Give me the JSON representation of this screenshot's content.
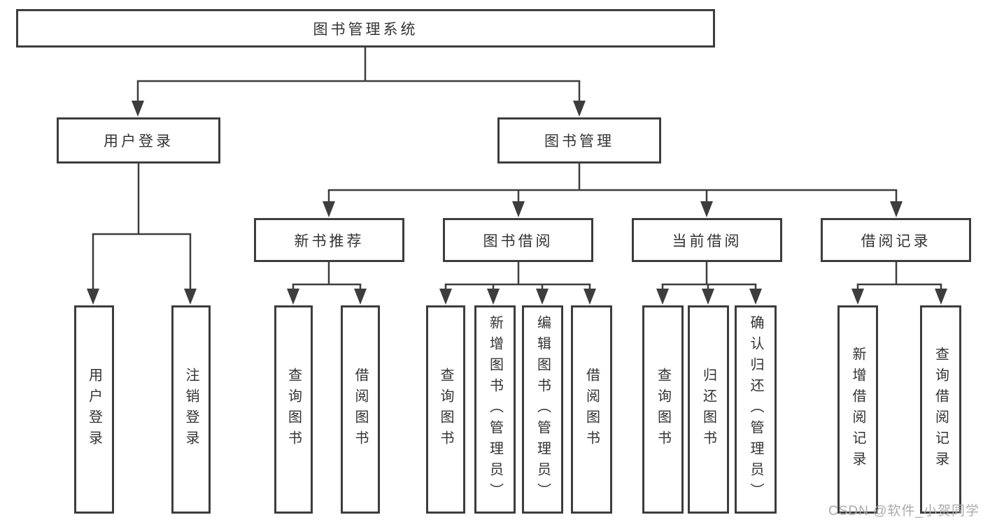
{
  "nodes": {
    "root": "图书管理系统",
    "user_login": "用户登录",
    "book_mgmt": "图书管理",
    "new_book": "新书推荐",
    "book_borrow": "图书借阅",
    "current_borrow": "当前借阅",
    "borrow_record": "借阅记录",
    "user_login_children": [
      "用户登录",
      "注销登录"
    ],
    "new_book_children": [
      "查询图书",
      "借阅图书"
    ],
    "book_borrow_children": [
      "查询图书",
      "新增图书（管理员）",
      "编辑图书（管理员）",
      "借阅图书"
    ],
    "current_borrow_children": [
      "查询图书",
      "归还图书",
      "确认归还（管理员）"
    ],
    "borrow_record_children": [
      "新增借阅记录",
      "查询借阅记录"
    ]
  },
  "watermark": "CSDN @软件_小贺同学",
  "colors": {
    "line": "#3d3d3d",
    "text": "#333333",
    "background": "#ffffff",
    "watermark": "#ababab"
  }
}
